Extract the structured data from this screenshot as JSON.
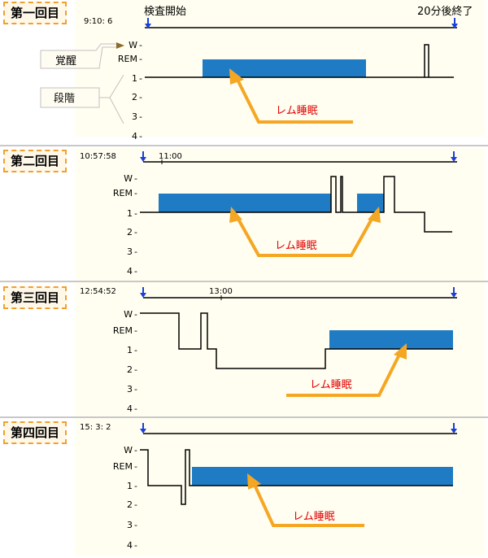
{
  "header": {
    "start_label": "検査開始",
    "end_label": "20分後終了"
  },
  "annotations": {
    "wake_label": "覚醒",
    "stage_label": "段階"
  },
  "y_levels": [
    "W",
    "REM",
    "1",
    "2",
    "3",
    "4"
  ],
  "tick_suffix": "-",
  "panels": [
    {
      "label": "第一回目",
      "start_time": "9:10: 6",
      "mid_time": "",
      "rem_label": "レム睡眠",
      "colors": {
        "rem": "#1f7cc4",
        "arrow": "#f5a623",
        "rem_text": "#e00000",
        "marker": "#1a3fd8"
      }
    },
    {
      "label": "第二回目",
      "start_time": "10:57:58",
      "mid_time": "11:00",
      "rem_label": "レム睡眠",
      "colors": {
        "rem": "#1f7cc4",
        "arrow": "#f5a623",
        "rem_text": "#e00000",
        "marker": "#1a3fd8"
      }
    },
    {
      "label": "第三回目",
      "start_time": "12:54:52",
      "mid_time": "13:00",
      "rem_label": "レム睡眠",
      "colors": {
        "rem": "#1f7cc4",
        "arrow": "#f5a623",
        "rem_text": "#e00000",
        "marker": "#1a3fd8"
      }
    },
    {
      "label": "第四回目",
      "start_time": "15: 3: 2",
      "mid_time": "",
      "rem_label": "レム睡眠",
      "colors": {
        "rem": "#1f7cc4",
        "arrow": "#f5a623",
        "rem_text": "#e00000",
        "marker": "#1a3fd8"
      }
    }
  ]
}
